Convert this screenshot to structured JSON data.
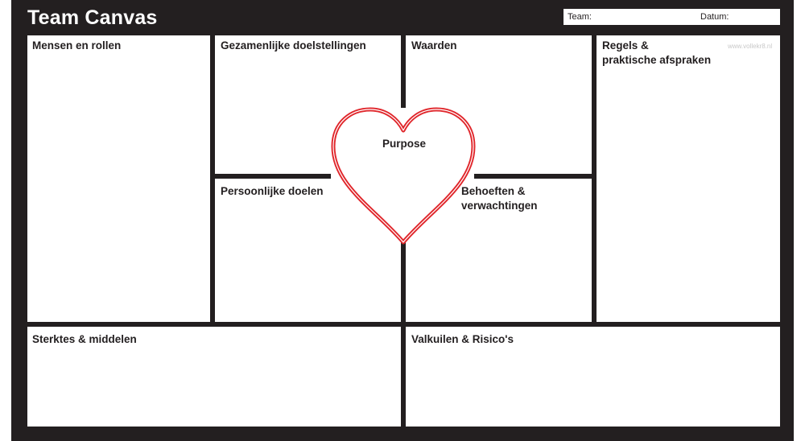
{
  "header": {
    "title": "Team Canvas",
    "team_label": "Team:",
    "date_label": "Datum:"
  },
  "watermark": "www.vollekr8.nl",
  "sections": {
    "people_roles": "Mensen en rollen",
    "common_goals": "Gezamenlijke doelstellingen",
    "values": "Waarden",
    "rules_line1": "Regels &",
    "rules_line2": "praktische afspraken",
    "purpose": "Purpose",
    "personal_goals": "Persoonlijke doelen",
    "needs_line1": "Behoeften &",
    "needs_line2": "verwachtingen",
    "strengths": "Sterktes & middelen",
    "pitfalls": "Valkuilen & Risico's"
  },
  "colors": {
    "frame": "#231f20",
    "panel": "#ffffff",
    "heart_outline": "#e0262b"
  },
  "icons": {
    "heart": "heart-icon"
  }
}
